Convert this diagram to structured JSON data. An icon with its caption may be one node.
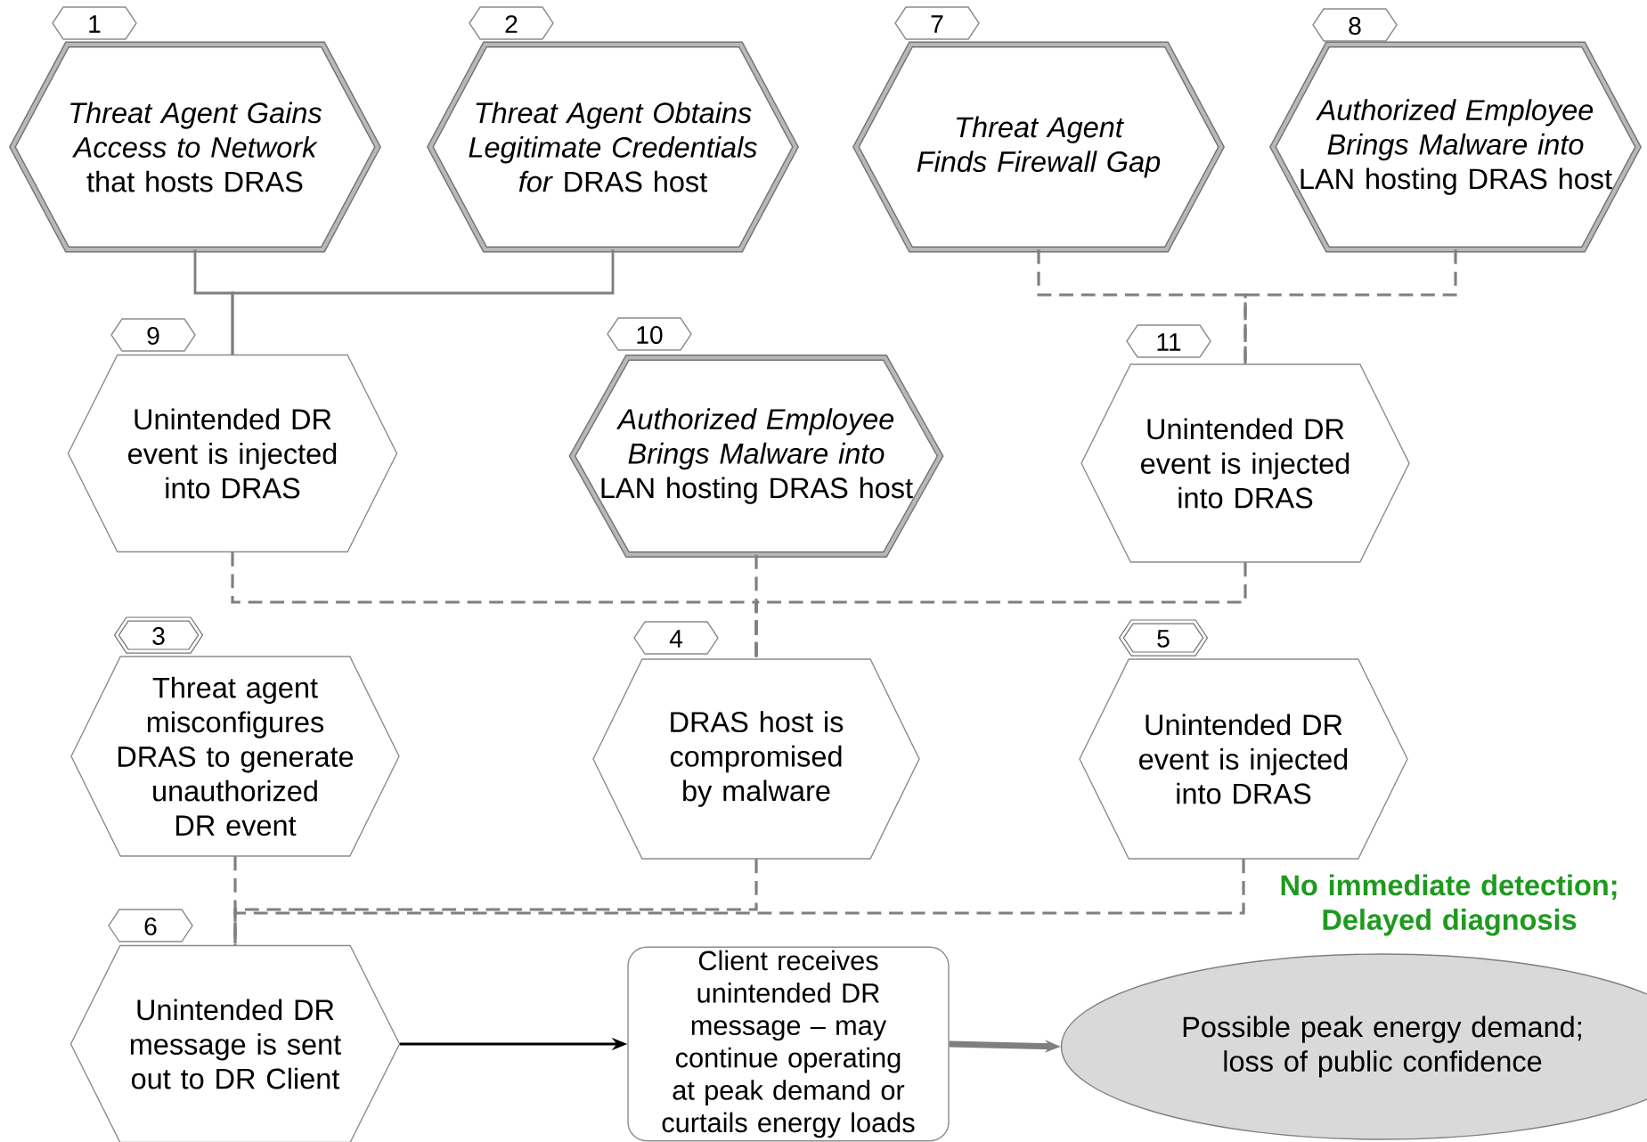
{
  "diagram": {
    "nodes": [
      {
        "text": [
          "1",
          "*Threat Agent Gains Access to Network* that hosts DRAS"
        ]
      },
      {
        "text": [
          "2",
          "*Threat Agent Obtains Legitimate Credentials for* DRAS host"
        ]
      },
      {
        "text": [
          "7",
          "Threat Agent Finds Firewall Gap"
        ]
      },
      {
        "text": [
          "8",
          "*Authorized Employee Brings Malware into* LAN hosting DRAS host"
        ]
      },
      {
        "text": [
          "9",
          "Unintended DR event is injected into DRAS"
        ]
      },
      {
        "text": [
          "10",
          "*Authorized Employee Brings Malware into* LAN hosting DRAS host"
        ]
      },
      {
        "text": [
          "11",
          "Unintended DR event is injected into DRAS"
        ]
      },
      {
        "text": [
          "3",
          "Threat agent misconfigures DRAS to generate unauthorized DR event"
        ]
      },
      {
        "text": [
          "4",
          "DRAS host is compromised by malware"
        ]
      },
      {
        "text": [
          "5",
          "Unintended DR event is injected into DRAS"
        ]
      },
      {
        "text": [
          "6",
          "Unintended DR message is sent out to DR Client"
        ]
      },
      {
        "text": [
          "Client receives unintended DR message – may continue operating at peak demand or curtails energy loads"
        ]
      },
      {
        "text": [
          "Possible peak energy demand; loss of public confidence"
        ]
      }
    ],
    "edges": [
      {
        "from": 0,
        "to": 4,
        "arrow": "none"
      },
      {
        "from": 1,
        "to": 4,
        "arrow": "none"
      },
      {
        "from": 2,
        "to": 6,
        "arrow": "none",
        "style": "dashed"
      },
      {
        "from": 3,
        "to": 6,
        "arrow": "none",
        "style": "dashed"
      },
      {
        "from": 4,
        "to": 8,
        "arrow": "none",
        "style": "dashed"
      },
      {
        "from": 5,
        "to": 8,
        "arrow": "none",
        "style": "dashed"
      },
      {
        "from": 6,
        "to": 8,
        "arrow": "none",
        "style": "dashed"
      },
      {
        "from": 7,
        "to": 10,
        "arrow": "none",
        "style": "dashed"
      },
      {
        "from": 8,
        "to": 10,
        "arrow": "none",
        "style": "dashed"
      },
      {
        "from": 9,
        "to": 10,
        "arrow": "none",
        "style": "dashed"
      },
      {
        "from": 10,
        "to": 11,
        "arrow": "to",
        "color": "#000000"
      },
      {
        "from": 11,
        "to": 12,
        "arrow": "to",
        "style": "thick"
      }
    ],
    "labels": [
      "No immediate detection; Delayed diagnosis"
    ]
  }
}
